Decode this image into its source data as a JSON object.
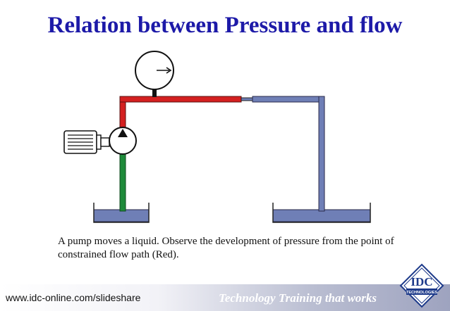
{
  "slide": {
    "title": "Relation between Pressure and flow",
    "caption": "A pump moves a liquid. Observe the development of pressure from the point of constrained flow path (Red).",
    "footer_url": "www.idc-online.com/slideshare",
    "footer_tagline": "Technology Training that works",
    "logo_text": "IDC",
    "logo_subtext": "TECHNOLOGIES"
  },
  "colors": {
    "title": "#1d1aa8",
    "pressure_line": "#d42020",
    "suction_line": "#1e8a3a",
    "return_line": "#6f7fb6",
    "tank_liquid": "#6f7fb6"
  }
}
